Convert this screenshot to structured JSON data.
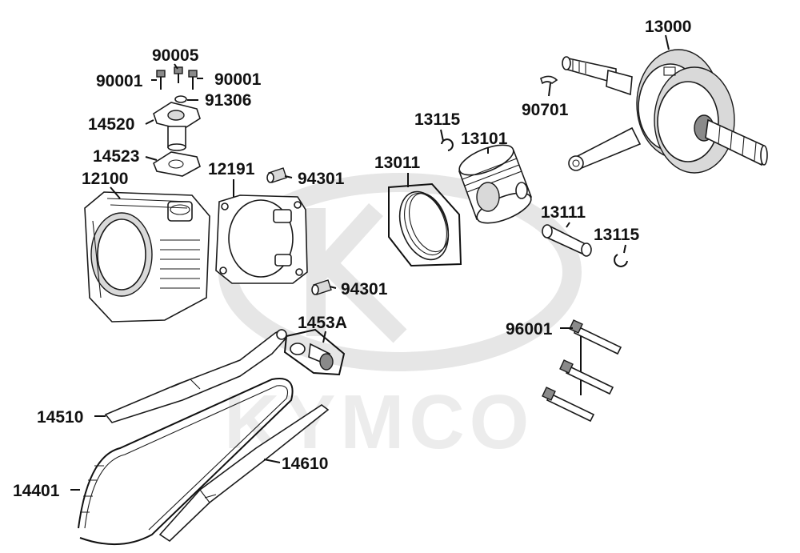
{
  "watermark": {
    "brand": "KYMCO"
  },
  "callouts": [
    {
      "id": "c-13000",
      "text": "13000"
    },
    {
      "id": "c-90005",
      "text": "90005"
    },
    {
      "id": "c-90001-left",
      "text": "90001"
    },
    {
      "id": "c-90001-right",
      "text": "90001"
    },
    {
      "id": "c-91306",
      "text": "91306"
    },
    {
      "id": "c-14520",
      "text": "14520"
    },
    {
      "id": "c-14523",
      "text": "14523"
    },
    {
      "id": "c-12100",
      "text": "12100"
    },
    {
      "id": "c-12191",
      "text": "12191"
    },
    {
      "id": "c-94301-top",
      "text": "94301"
    },
    {
      "id": "c-94301-bottom",
      "text": "94301"
    },
    {
      "id": "c-13115-top",
      "text": "13115"
    },
    {
      "id": "c-13101",
      "text": "13101"
    },
    {
      "id": "c-13011",
      "text": "13011"
    },
    {
      "id": "c-90701",
      "text": "90701"
    },
    {
      "id": "c-13111",
      "text": "13111"
    },
    {
      "id": "c-13115-right",
      "text": "13115"
    },
    {
      "id": "c-1453A",
      "text": "1453A"
    },
    {
      "id": "c-96001",
      "text": "96001"
    },
    {
      "id": "c-14510",
      "text": "14510"
    },
    {
      "id": "c-14610",
      "text": "14610"
    },
    {
      "id": "c-14401",
      "text": "14401"
    }
  ]
}
